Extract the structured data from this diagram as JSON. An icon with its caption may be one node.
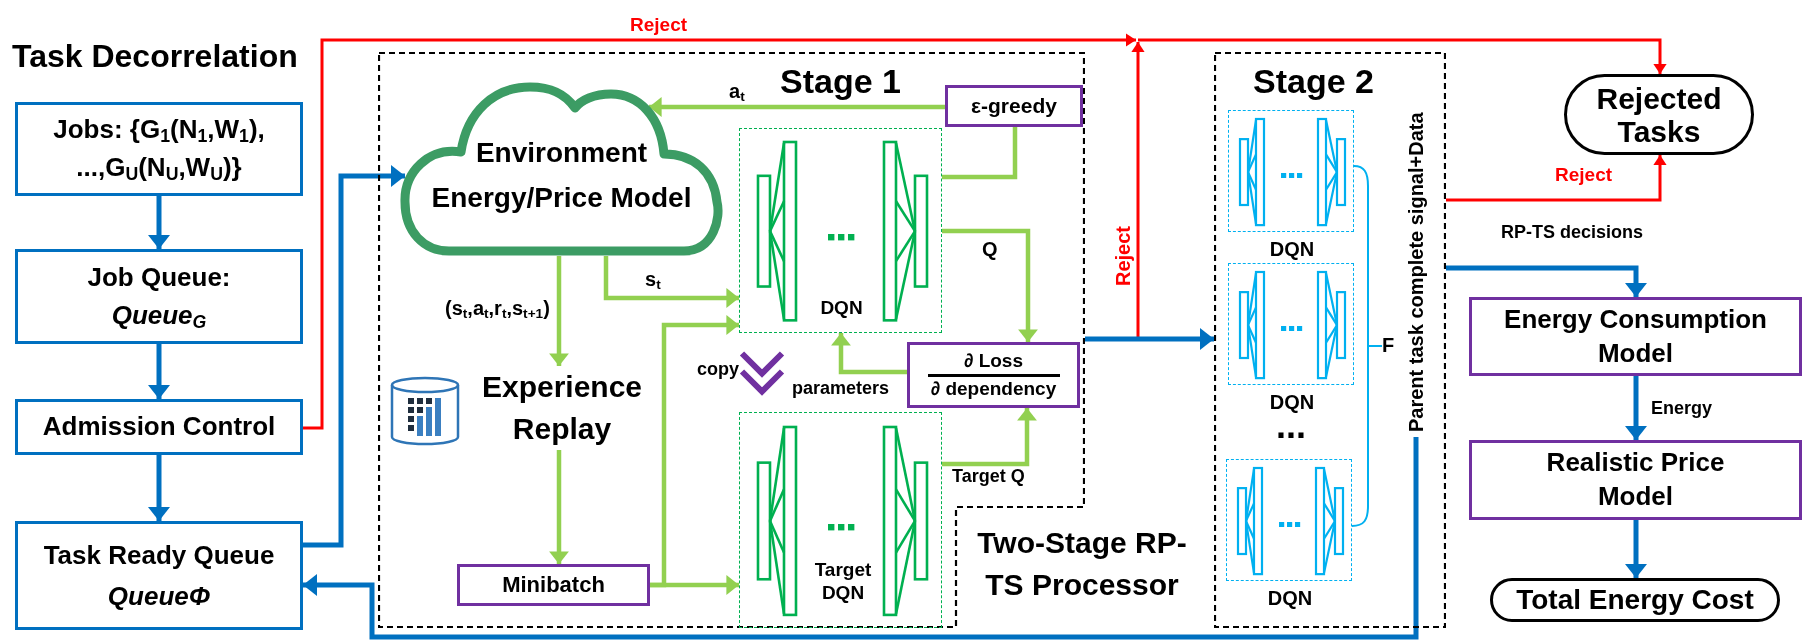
{
  "diagram": {
    "nodes": [
      {
        "text": [
          "Jobs: {G$_{1}$(N$_{1}$,W$_{1}$), ...,G$_{U}$(N$_{U}$,W$_{U}$)}"
        ]
      },
      {
        "text": [
          "Job Queue: *Queue*$_{G}$"
        ]
      },
      {
        "text": [
          "Admission Control"
        ]
      },
      {
        "text": [
          "Task Ready Queue *QueueΦ*"
        ]
      },
      {
        "text": [
          "Stage 1"
        ]
      },
      {
        "text": [
          "Environment",
          "Energy/Price Model"
        ],
        "in": 4
      },
      {
        "text": [
          "ε-greedy"
        ],
        "in": 4
      },
      {
        "text": [
          "DQN"
        ],
        "in": 4
      },
      {
        "text": [
          "Experience Replay"
        ],
        "in": 4
      },
      {
        "text": [
          "∂ Loss",
          "∂ dependency"
        ],
        "in": 4
      },
      {
        "text": [
          "Target DQN"
        ],
        "in": 4
      },
      {
        "text": [
          "Minibatch"
        ],
        "in": 4
      },
      {
        "text": [
          "Stage 2"
        ]
      },
      {
        "text": [
          "DQN"
        ],
        "in": 12
      },
      {
        "text": [
          "DQN"
        ],
        "in": 12
      },
      {
        "text": [
          "DQN"
        ],
        "in": 12
      },
      {
        "text": [
          "Parent task complete signal+Data"
        ],
        "in": 12
      },
      {
        "text": [
          "Rejected Tasks"
        ]
      },
      {
        "text": [
          "Energy Consumption Model"
        ]
      },
      {
        "text": [
          "Realistic Price Model"
        ]
      },
      {
        "text": [
          "Total Energy Cost"
        ]
      }
    ],
    "edges": [
      {
        "from": 0,
        "to": 1,
        "arrow": "to",
        "color": "#0070c0"
      },
      {
        "from": 1,
        "to": 2,
        "arrow": "to",
        "color": "#0070c0"
      },
      {
        "from": 2,
        "to": 3,
        "arrow": "to",
        "color": "#0070c0"
      },
      {
        "from": 2,
        "to": 17,
        "arrow": "to",
        "label": "Reject",
        "color": "#ff0000"
      },
      {
        "from": 3,
        "to": 5,
        "arrow": "to",
        "color": "#0070c0"
      },
      {
        "from": 6,
        "to": 5,
        "arrow": "to",
        "label": "a$_{t}$"
      },
      {
        "from": 7,
        "to": 6,
        "arrow": "none"
      },
      {
        "from": 5,
        "to": 7,
        "arrow": "to",
        "label": "s$_{t}$"
      },
      {
        "from": 5,
        "to": 8,
        "arrow": "to",
        "label": "(s$_{t}$,a$_{t}$,r$_{t}$,s$_{t+1}$)"
      },
      {
        "from": 7,
        "to": 9,
        "arrow": "to",
        "label": "Q"
      },
      {
        "from": 9,
        "to": 7,
        "arrow": "to",
        "label": "parameters"
      },
      {
        "from": 7,
        "to": 10,
        "arrow": "to",
        "label": "copy",
        "color": "#7030a0"
      },
      {
        "from": 10,
        "to": 9,
        "arrow": "to",
        "label": "Target Q"
      },
      {
        "from": 8,
        "to": 11,
        "arrow": "to"
      },
      {
        "from": 11,
        "to": 7,
        "arrow": "to"
      },
      {
        "from": 11,
        "to": 10,
        "arrow": "to"
      },
      {
        "from": 4,
        "to": 12,
        "arrow": "to",
        "color": "#0070c0"
      },
      {
        "from": 4,
        "to": 17,
        "arrow": "to",
        "label": "Reject",
        "color": "#ff0000"
      },
      {
        "from": 12,
        "to": 17,
        "arrow": "to",
        "label": "Reject",
        "color": "#ff0000"
      },
      {
        "from": 12,
        "to": 18,
        "arrow": "to",
        "label": "RP-TS decisions",
        "color": "#0070c0"
      },
      {
        "from": 18,
        "to": 19,
        "arrow": "to",
        "label": "Energy",
        "color": "#0070c0"
      },
      {
        "from": 19,
        "to": 20,
        "arrow": "to",
        "color": "#0070c0"
      },
      {
        "from": 16,
        "to": 3,
        "arrow": "to",
        "color": "#0070c0"
      }
    ],
    "labels": [
      "Task Decorrelation",
      "F",
      "...",
      "Two-Stage RP-TS Processor"
    ]
  }
}
